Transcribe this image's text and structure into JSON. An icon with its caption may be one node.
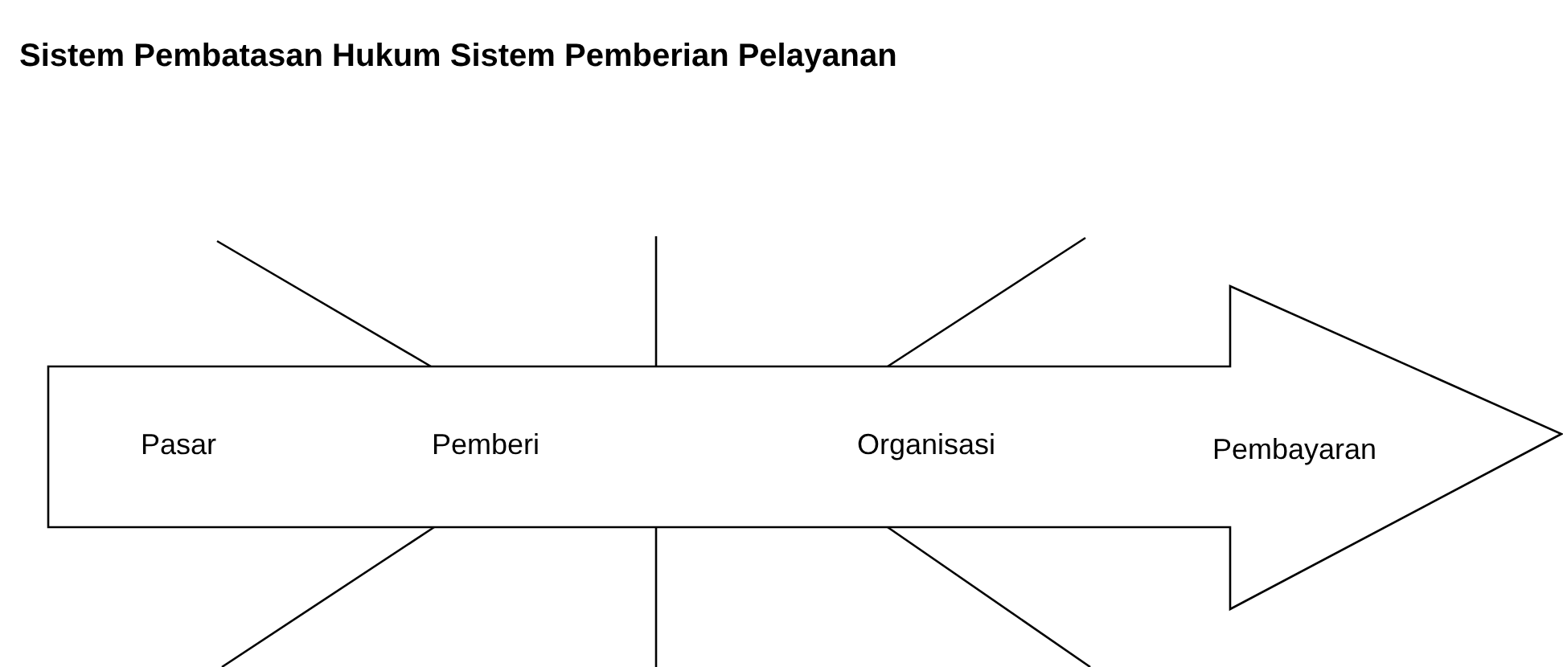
{
  "diagram": {
    "title": "Sistem Pembatasan Hukum Sistem Pemberian Pelayanan",
    "nodes": [
      {
        "text": [
          "Pasar",
          "Pemberi",
          "Organisasi",
          "Pembayaran"
        ]
      }
    ]
  }
}
